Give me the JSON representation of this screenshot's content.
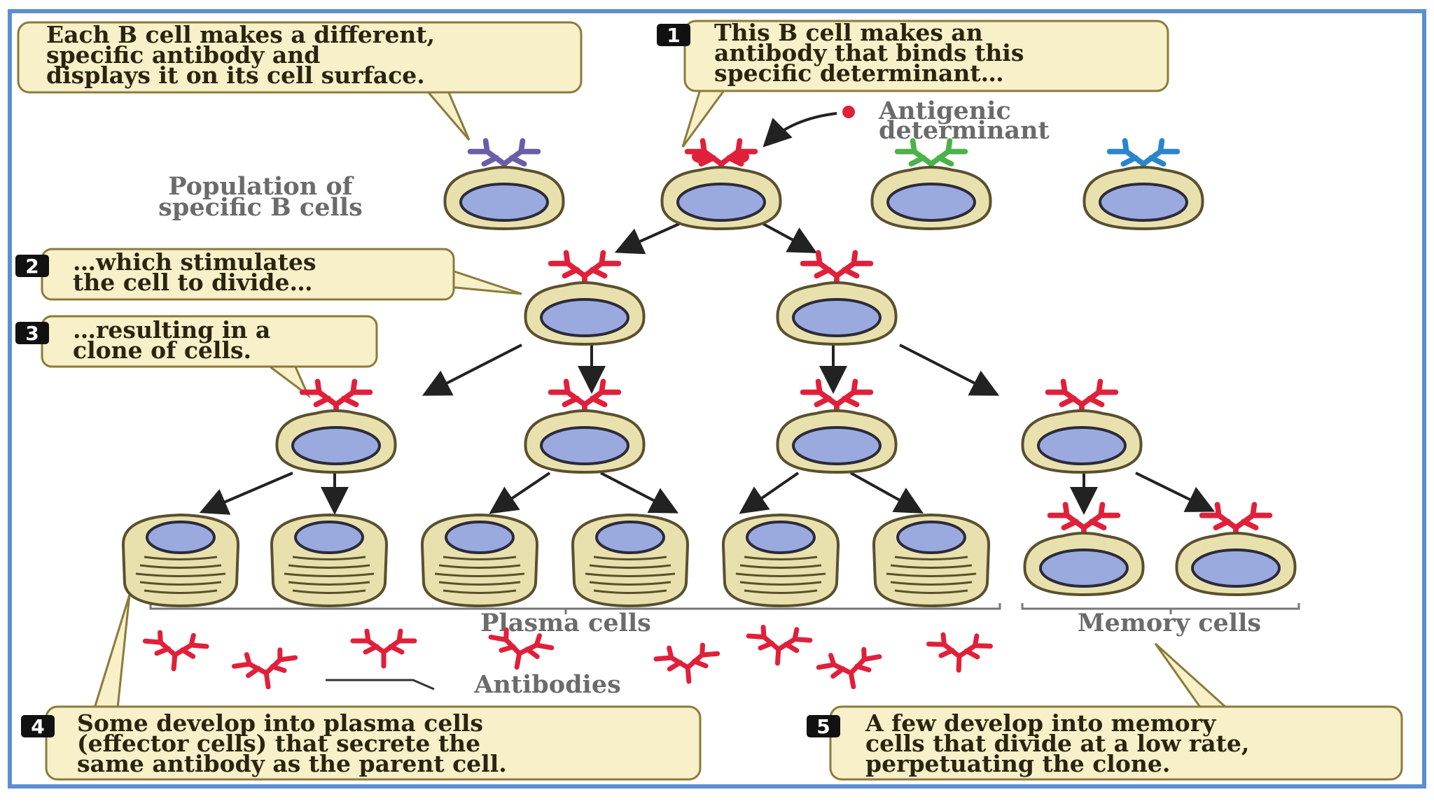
{
  "callouts": {
    "intro": [
      "Each B cell makes a different,",
      "specific antibody and",
      "displays it on its cell surface."
    ],
    "step1": {
      "number": "1",
      "lines": [
        "This B cell makes an",
        "antibody that binds this",
        "specific determinant…"
      ]
    },
    "step2": {
      "number": "2",
      "lines": [
        "…which stimulates",
        "the cell to divide…"
      ]
    },
    "step3": {
      "number": "3",
      "lines": [
        "…resulting in a",
        "clone of cells."
      ]
    },
    "step4": {
      "number": "4",
      "lines": [
        "Some develop into plasma cells",
        "(effector cells) that secrete the",
        "same antibody as the parent cell."
      ]
    },
    "step5": {
      "number": "5",
      "lines": [
        "A few develop into memory",
        "cells that divide at a low rate,",
        "perpetuating the clone."
      ]
    }
  },
  "labels": {
    "antigenic": [
      "Antigenic",
      "determinant"
    ],
    "population": [
      "Population of",
      "specific B cells"
    ],
    "plasma": "Plasma cells",
    "memory": "Memory cells",
    "antibodies": "Antibodies"
  },
  "colors": {
    "frame": "#5b8fd0",
    "bubble_fill": "#f7f0c8",
    "bubble_stroke": "#8a7b3c",
    "cell_fill": "#e9e1ad",
    "cell_stroke": "#5a5030",
    "nucleus_fill": "#9aa9de",
    "nucleus_stroke": "#2c2a3a",
    "antibody_red": "#e0203a",
    "antibody_purple": "#6a5ea8",
    "antibody_green": "#4cb24a",
    "antibody_blue": "#2a86cc",
    "arrow": "#222222"
  }
}
